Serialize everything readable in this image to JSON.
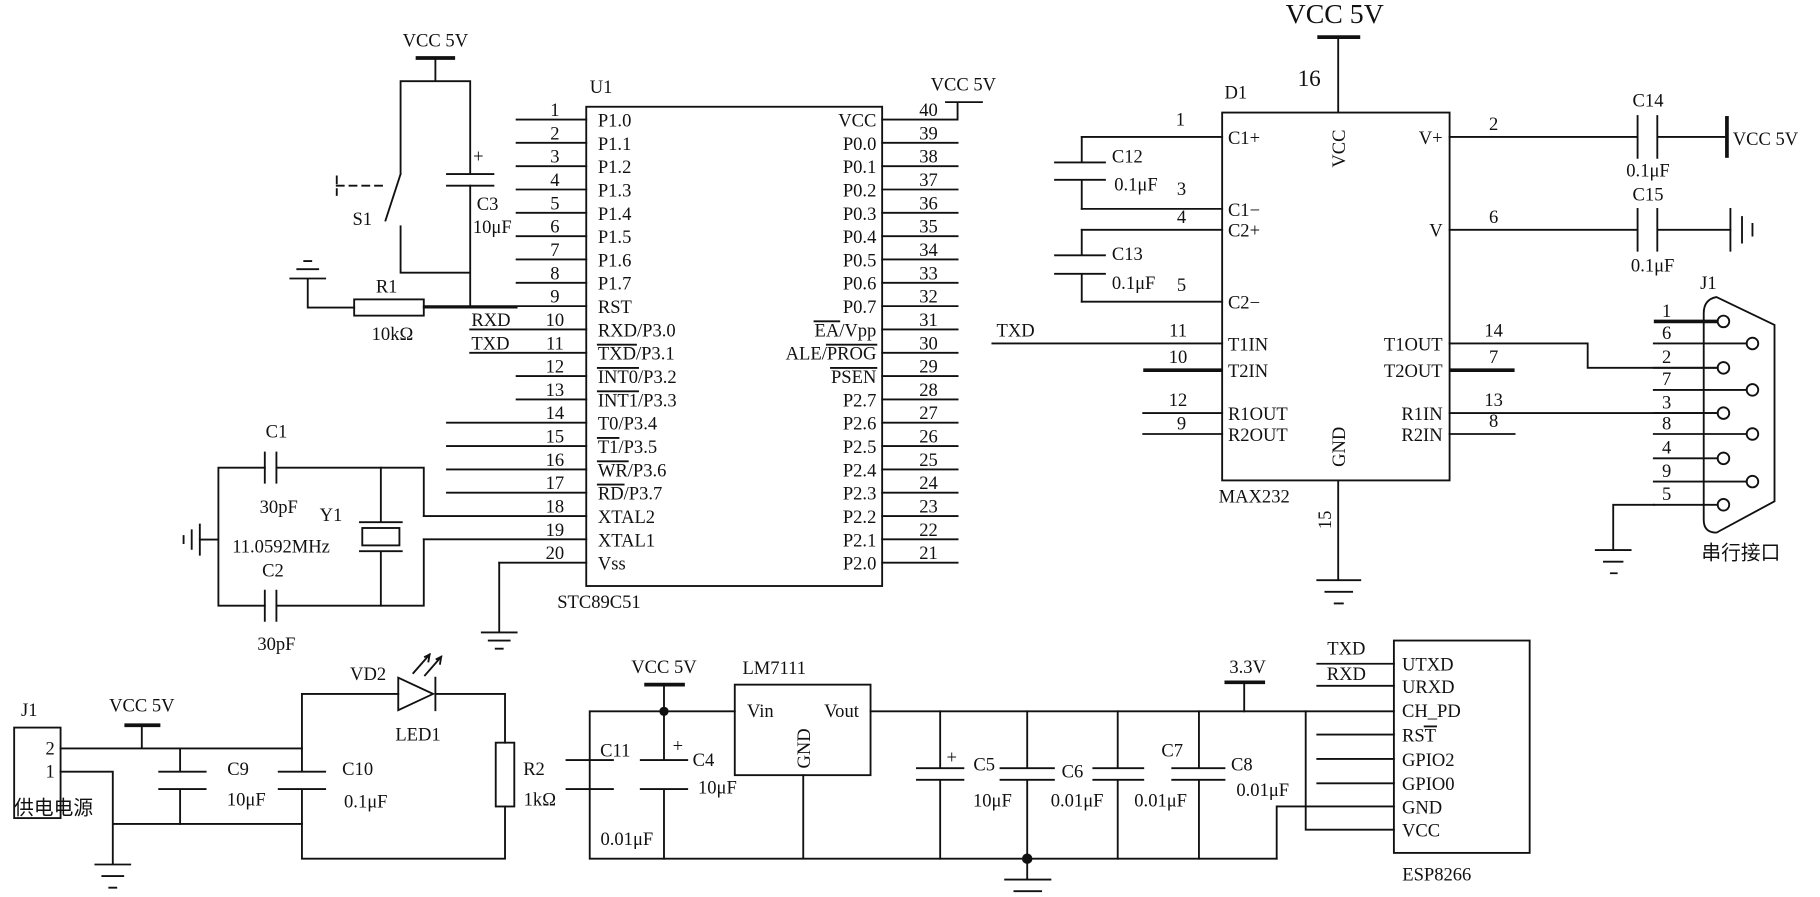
{
  "u1": {
    "ref": "U1",
    "part": "STC89C51",
    "vcc_label": "VCC 5V",
    "left_pins": [
      {
        "n": "1",
        "name": "P1.0"
      },
      {
        "n": "2",
        "name": "P1.1"
      },
      {
        "n": "3",
        "name": "P1.2"
      },
      {
        "n": "4",
        "name": "P1.3"
      },
      {
        "n": "5",
        "name": "P1.4"
      },
      {
        "n": "6",
        "name": "P1.5"
      },
      {
        "n": "7",
        "name": "P1.6"
      },
      {
        "n": "8",
        "name": "P1.7"
      },
      {
        "n": "9",
        "name": "RST"
      },
      {
        "n": "10",
        "name": "RXD/P3.0"
      },
      {
        "n": "11",
        "name": "TXD/P3.1",
        "over": "TXD"
      },
      {
        "n": "12",
        "name": "INT0/P3.2",
        "over": "INT0"
      },
      {
        "n": "13",
        "name": "INT1/P3.3",
        "over": "INT1"
      },
      {
        "n": "14",
        "name": "T0/P3.4"
      },
      {
        "n": "15",
        "name": "T1/P3.5",
        "over": "T1"
      },
      {
        "n": "16",
        "name": "WR/P3.6",
        "over": "WR"
      },
      {
        "n": "17",
        "name": "RD/P3.7",
        "over": "RD"
      },
      {
        "n": "18",
        "name": "XTAL2"
      },
      {
        "n": "19",
        "name": "XTAL1"
      },
      {
        "n": "20",
        "name": "Vss"
      }
    ],
    "right_pins": [
      {
        "n": "40",
        "name": "VCC"
      },
      {
        "n": "39",
        "name": "P0.0"
      },
      {
        "n": "38",
        "name": "P0.1"
      },
      {
        "n": "37",
        "name": "P0.2"
      },
      {
        "n": "36",
        "name": "P0.3"
      },
      {
        "n": "35",
        "name": "P0.4"
      },
      {
        "n": "34",
        "name": "P0.5"
      },
      {
        "n": "33",
        "name": "P0.6"
      },
      {
        "n": "32",
        "name": "P0.7"
      },
      {
        "n": "31",
        "name": "EA/Vpp",
        "over": "EA"
      },
      {
        "n": "30",
        "name": "ALE/PROG",
        "over": "PROG"
      },
      {
        "n": "29",
        "name": "PSEN",
        "over": "PSEN"
      },
      {
        "n": "28",
        "name": "P2.7"
      },
      {
        "n": "27",
        "name": "P2.6"
      },
      {
        "n": "26",
        "name": "P2.5"
      },
      {
        "n": "25",
        "name": "P2.4"
      },
      {
        "n": "24",
        "name": "P2.3"
      },
      {
        "n": "23",
        "name": "P2.2"
      },
      {
        "n": "22",
        "name": "P2.1"
      },
      {
        "n": "21",
        "name": "P2.0"
      }
    ],
    "net_rxd": "RXD",
    "net_txd": "TXD"
  },
  "reset": {
    "vcc": "VCC 5V",
    "s1": "S1",
    "c3": "C3",
    "c3_value": "10μF",
    "c3_plus": "+",
    "r1": "R1",
    "r1_value": "10kΩ"
  },
  "crystal": {
    "c1": "C1",
    "c1_value": "30pF",
    "y1": "Y1",
    "y1_value": "11.0592MHz",
    "c2": "C2",
    "c2_value": "30pF"
  },
  "d1": {
    "ref": "D1",
    "part": "MAX232",
    "vcc_label": "VCC 5V",
    "vcc_pin": "16",
    "vcc_name": "VCC",
    "gnd_name": "GND",
    "gnd_pin": "15",
    "txd": "TXD",
    "left_pins": [
      {
        "n": "1",
        "name": "C1+"
      },
      {
        "n": "3",
        "name": "C1−"
      },
      {
        "n": "4",
        "name": "C2+"
      },
      {
        "n": "5",
        "name": "C2−"
      },
      {
        "n": "11",
        "name": "T1IN"
      },
      {
        "n": "10",
        "name": "T2IN"
      },
      {
        "n": "12",
        "name": "R1OUT"
      },
      {
        "n": "9",
        "name": "R2OUT"
      }
    ],
    "right_pins": [
      {
        "n": "2",
        "name": "V+"
      },
      {
        "n": "6",
        "name": "V"
      },
      {
        "n": "14",
        "name": "T1OUT"
      },
      {
        "n": "7",
        "name": "T2OUT"
      },
      {
        "n": "13",
        "name": "R1IN"
      },
      {
        "n": "8",
        "name": "R2IN"
      }
    ],
    "c12": "C12",
    "c12_value": "0.1μF",
    "c13": "C13",
    "c13_value": "0.1μF",
    "c14": "C14",
    "c14_value": "0.1μF",
    "c14_vcc": "VCC 5V",
    "c15": "C15",
    "c15_value": "0.1μF"
  },
  "serial_port": {
    "ref": "J1",
    "pins": [
      "1",
      "6",
      "2",
      "7",
      "3",
      "8",
      "4",
      "9",
      "5"
    ],
    "caption": "串行接口"
  },
  "power": {
    "j1": "J1",
    "pin2": "2",
    "pin1": "1",
    "caption": "供电电源",
    "vcc": "VCC 5V",
    "c9": "C9",
    "c9_value": "10μF",
    "c10": "C10",
    "c10_value": "0.1μF",
    "vd2": "VD2",
    "led1": "LED1",
    "r2": "R2",
    "r2_value": "1kΩ"
  },
  "regulator": {
    "vcc": "VCC 5V",
    "part": "LM7111",
    "vin": "Vin",
    "vout": "Vout",
    "gnd": "GND",
    "c11": "C11",
    "c11_value": "0.01μF",
    "c4": "C4",
    "c4_value": "10μF",
    "c4_plus": "+",
    "c5": "C5",
    "c5_value": "10μF",
    "c5_plus": "+",
    "c6": "C6",
    "c6_value": "0.01μF",
    "c7": "C7",
    "c7_value": "0.01μF",
    "c8": "C8",
    "c8_value": "0.01μF",
    "v33": "3.3V"
  },
  "esp": {
    "part": "ESP8266",
    "txd": "TXD",
    "rxd": "RXD",
    "pins": [
      {
        "name": "UTXD"
      },
      {
        "name": "URXD"
      },
      {
        "name": "CH_PD"
      },
      {
        "name": "RST",
        "over": "T"
      },
      {
        "name": "GPIO2"
      },
      {
        "name": "GPIO0"
      },
      {
        "name": "GND"
      },
      {
        "name": "VCC"
      }
    ]
  }
}
